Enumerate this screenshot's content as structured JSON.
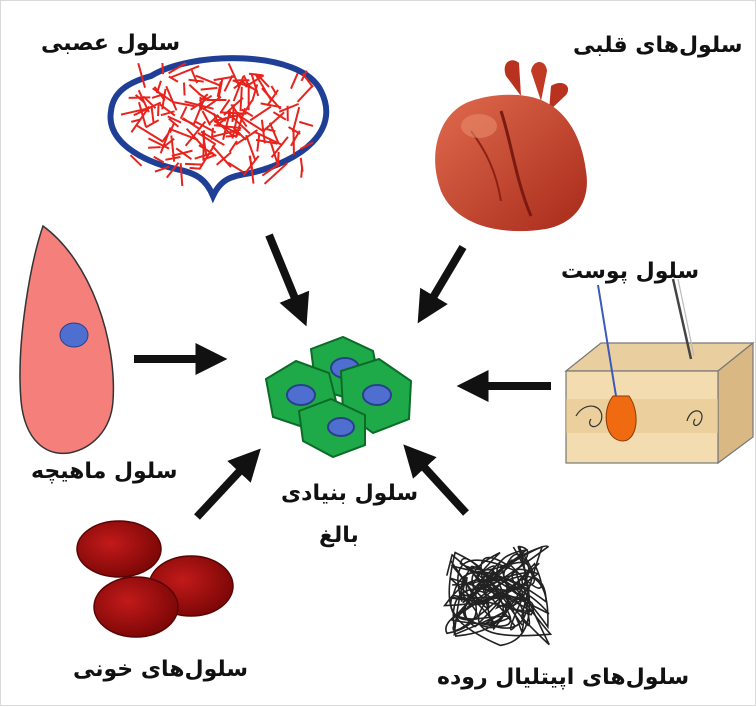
{
  "labels": {
    "nerve": "سلول عصبی",
    "heart": "سلول‌های قلبی",
    "skin": "سلول پوست",
    "muscle": "سلول ماهیچه",
    "stem_line1": "سلول بنیادی",
    "stem_line2": "بالغ",
    "blood": "سلول‌های خونی",
    "intestine": "سلول‌های اپیتلیال روده"
  },
  "colors": {
    "arrow": "#111111",
    "nerve_fibers": "#e8231c",
    "nerve_outline": "#1f3f97",
    "heart": "#c8402c",
    "muscle_cell": "#f47f7b",
    "nucleus": "#4f6fd0",
    "stem_cell": "#1faa4a",
    "blood_cell": "#a80d0d",
    "skin_block": "#f3dcb0",
    "hair_follicle": "#f06a12"
  }
}
